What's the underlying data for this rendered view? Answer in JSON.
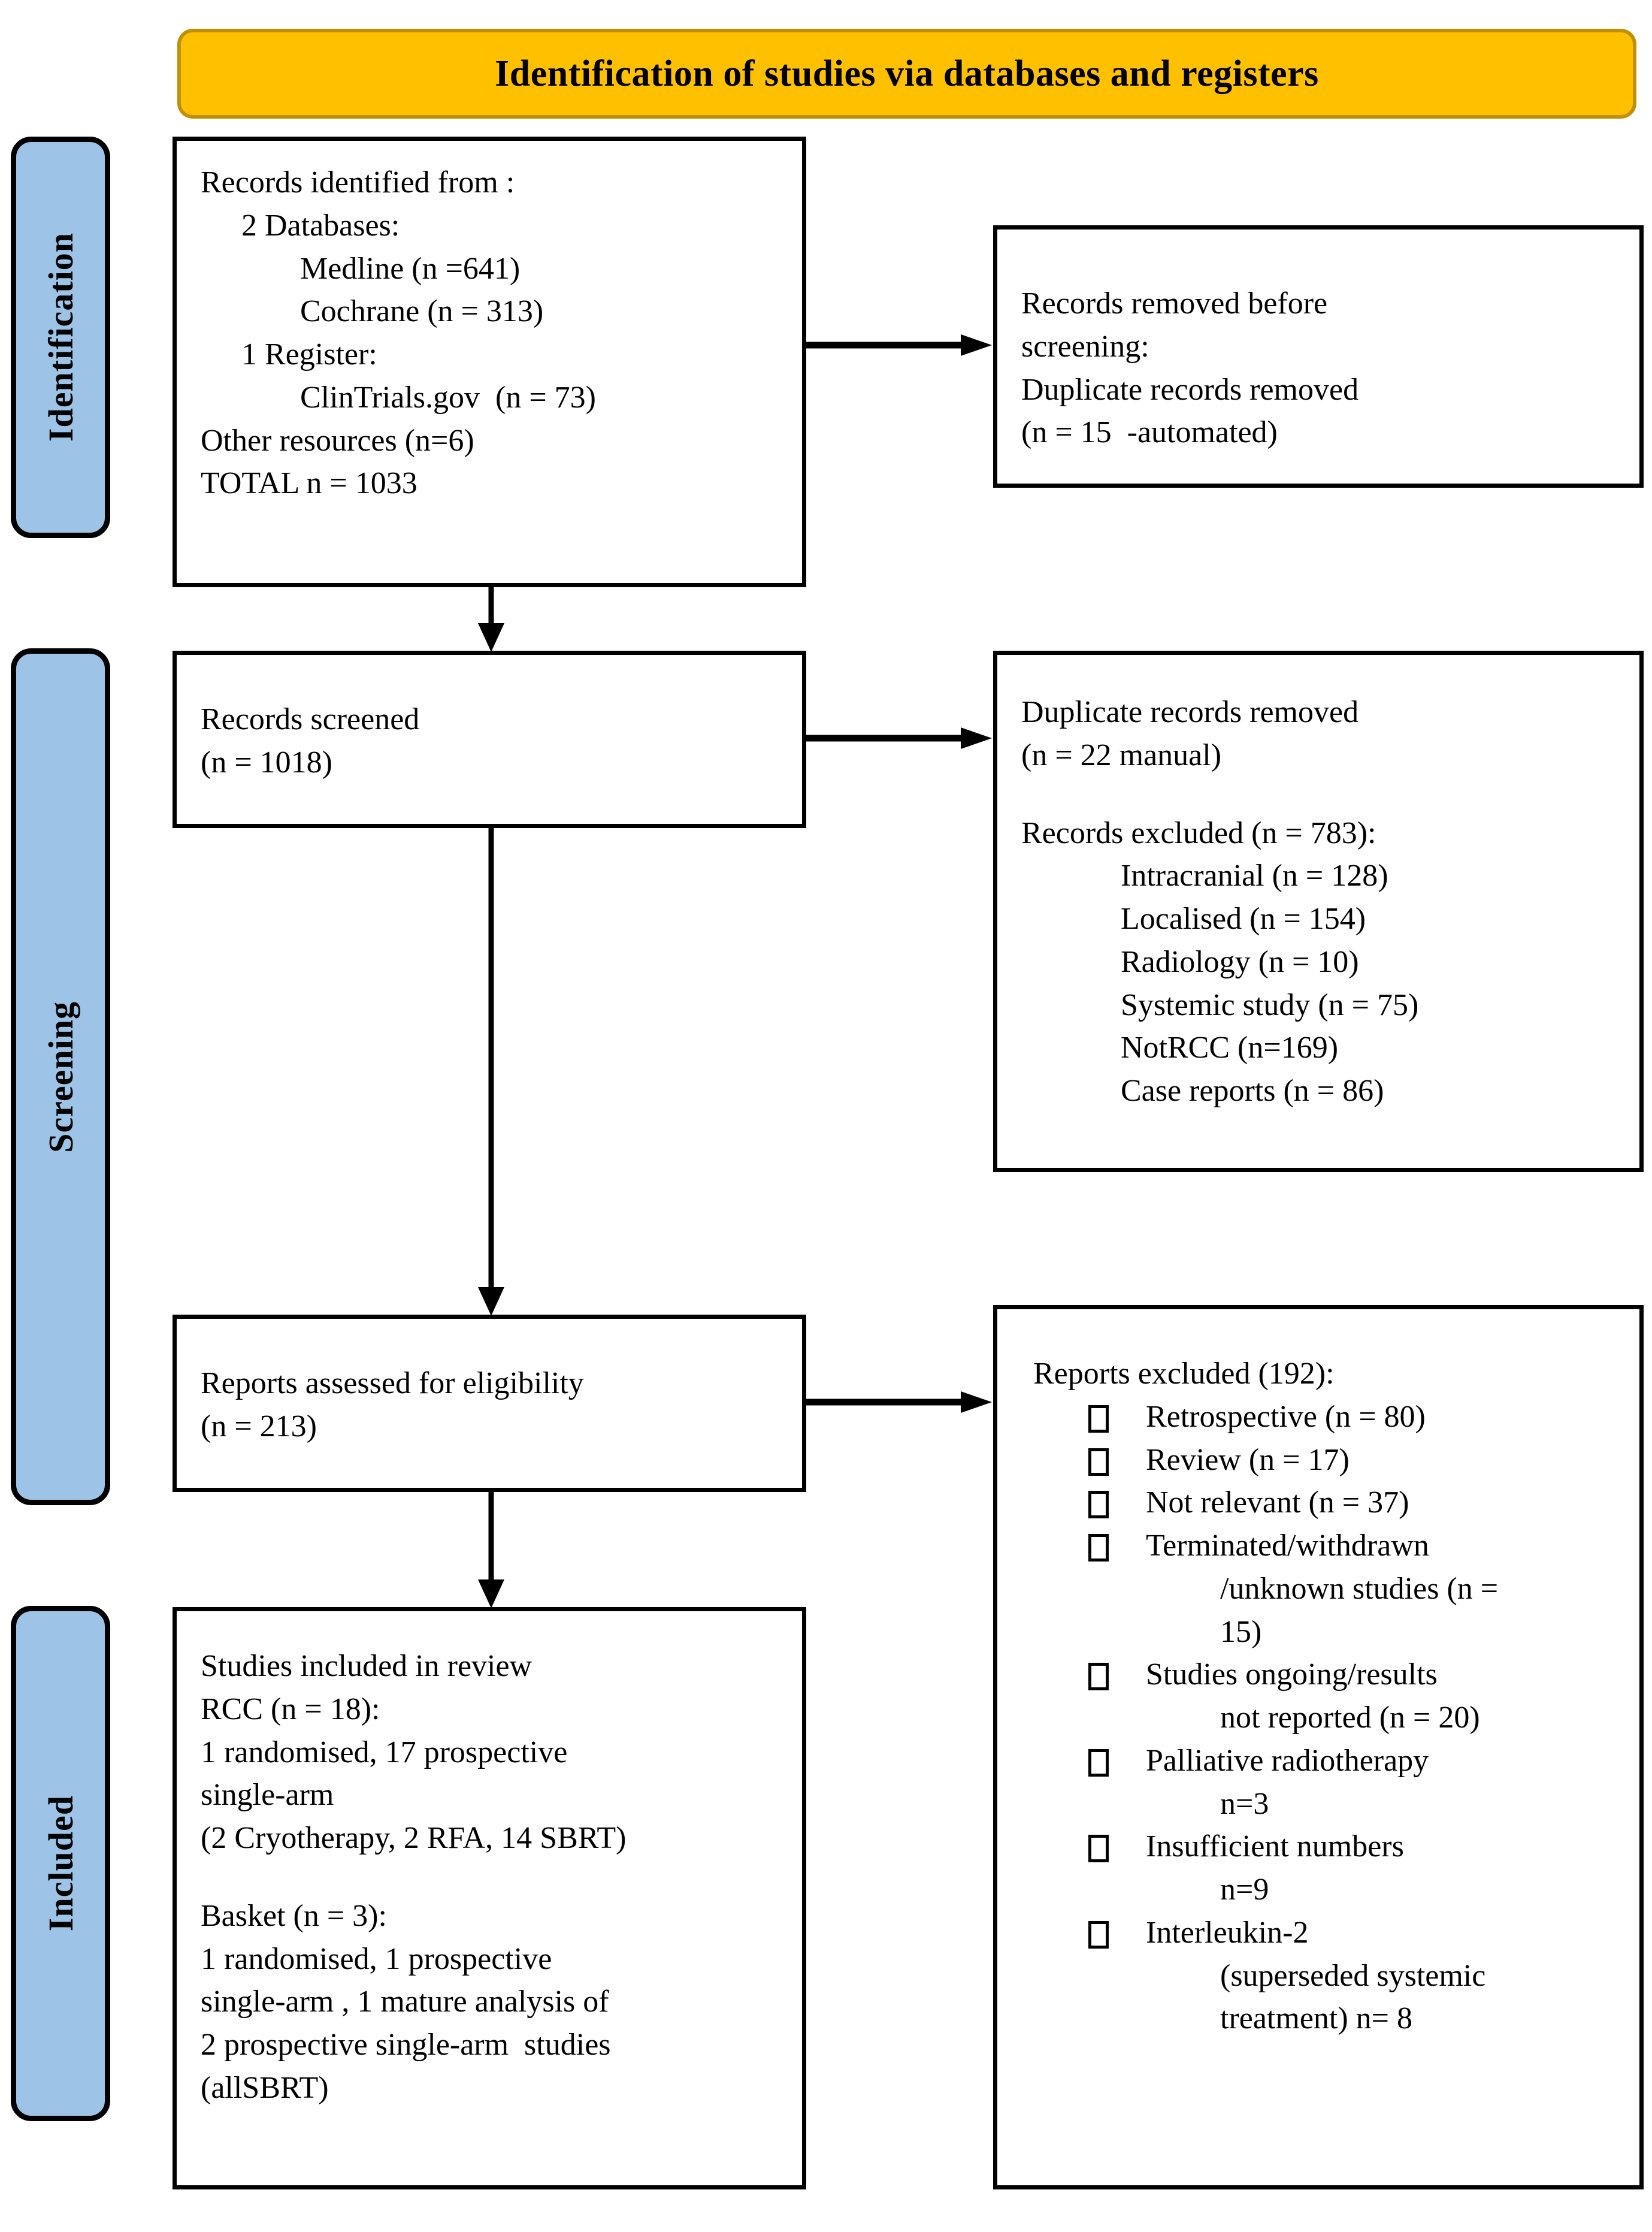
{
  "header": {
    "title": "Identification of studies via databases and registers",
    "banner_fill": "#FFC000",
    "banner_border": "#BF9000"
  },
  "stage_tabs": [
    {
      "label": "Identification",
      "fill": "#9DC3E6"
    },
    {
      "label": "Screening",
      "fill": "#9DC3E6"
    },
    {
      "label": "Included",
      "fill": "#9DC3E6"
    }
  ],
  "boxes": {
    "records_identified": {
      "lines": [
        "Records identified from :",
        "2 Databases:",
        "Medline (n =641)",
        "Cochrane (n = 313)",
        "1 Register:",
        "ClinTrials.gov  (n = 73)",
        "Other resources (n=6)",
        "TOTAL n = 1033"
      ]
    },
    "records_removed": {
      "lines": [
        "Records removed before",
        "screening:",
        "Duplicate records removed",
        "(n = 15  -automated)"
      ]
    },
    "records_screened": {
      "lines": [
        "Records screened",
        "(n = 1018)"
      ]
    },
    "records_excluded": {
      "dup_line1": "Duplicate records removed",
      "dup_line2": "(n = 22 manual)",
      "excluded_heading": "Records excluded (n = 783):",
      "items": [
        "Intracranial (n = 128)",
        "Localised (n = 154)",
        "Radiology (n = 10)",
        "Systemic study (n = 75)",
        "NotRCC (n=169)",
        "Case reports (n = 86)"
      ]
    },
    "reports_assessed": {
      "lines": [
        "Reports assessed for eligibility",
        "(n = 213)"
      ]
    },
    "reports_excluded": {
      "heading": "Reports excluded (192):",
      "items": [
        {
          "text": "Retrospective (n = 80)",
          "cont": []
        },
        {
          "text": "Review  (n = 17)",
          "cont": []
        },
        {
          "text": "Not relevant (n = 37)",
          "cont": []
        },
        {
          "text": "Terminated/withdrawn",
          "cont": [
            "/unknown studies (n =",
            "15)"
          ]
        },
        {
          "text": "Studies ongoing/results",
          "cont": [
            "not reported (n = 20)"
          ]
        },
        {
          "text": "Palliative radiotherapy",
          "cont": [
            "n=3"
          ]
        },
        {
          "text": "Insufficient numbers",
          "cont": [
            "n=9"
          ]
        },
        {
          "text": "Interleukin-2",
          "cont": [
            "(superseded systemic",
            "treatment) n= 8"
          ]
        }
      ]
    },
    "studies_included": {
      "lines_a": [
        "Studies included in review",
        "RCC (n = 18):",
        "1 randomised, 17 prospective",
        "single-arm",
        "(2 Cryotherapy, 2 RFA, 14 SBRT)"
      ],
      "lines_b": [
        "Basket (n = 3):",
        "1 randomised, 1 prospective",
        "single-arm , 1 mature analysis of",
        "2 prospective single-arm  studies",
        "(allSBRT)"
      ]
    }
  }
}
